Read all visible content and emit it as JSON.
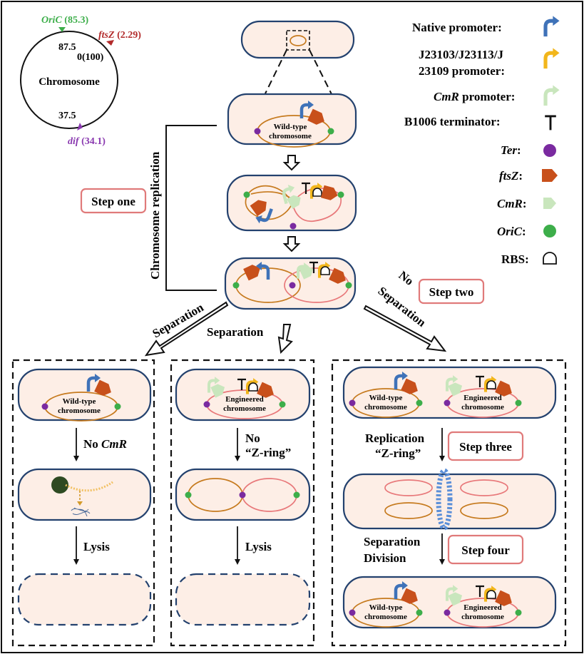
{
  "chromosome_map": {
    "center_label": "Chromosome",
    "oric_name": "OriC",
    "oric_value": "(85.3)",
    "ftsz_name": "ftsZ",
    "ftsz_value": "(2.29)",
    "dif_name": "dif",
    "dif_value": "(34.1)",
    "tick_top": "87.5",
    "tick_right": "0(100)",
    "tick_bottom": "37.5"
  },
  "legend": {
    "native_promoter": "Native promoter:",
    "j_promoter_line1": "J23103/J23113/J",
    "j_promoter_line2": "23109 promoter:",
    "cmr_promoter_name": "CmR",
    "cmr_promoter_rest": " promoter:",
    "terminator": "B1006 terminator:",
    "ter": "Ter",
    "ftsz": "ftsZ",
    "cmr": "CmR",
    "oric": "OriC",
    "rbs": "RBS:",
    "colon": ":"
  },
  "labels": {
    "chromosome_replication": "Chromosome replication",
    "step_one": "Step one",
    "step_two": "Step two",
    "step_three": "Step three",
    "step_four": "Step four",
    "separation_left": "Separation",
    "separation_mid": "Separation",
    "no_separation_1": "No",
    "no_separation_2": "Separation",
    "wild_type_1": "Wild-type",
    "wild_type_2": "chromosome",
    "engineered_1": "Engineered",
    "engineered_2": "chromosome",
    "no_cmr_prefix": "No ",
    "no_cmr_italic": "CmR",
    "no_zring_1": "No",
    "no_zring_2": "“Z-ring”",
    "lysis": "Lysis",
    "replication": "Replication",
    "zring": "“Z-ring”",
    "separation": "Separation",
    "division": "Division"
  },
  "colors": {
    "native_promoter": "#3f72b8",
    "j_promoter": "#f2b61b",
    "cmr_promoter": "#c9e6bd",
    "ter": "#7a2aa0",
    "ftsz": "#c8501b",
    "oric": "#3dae4a",
    "cell_fill": "#fdeee6",
    "cell_border": "#23416e",
    "wild_type_ring": "#c67a1e",
    "engineered_ring": "#e8787a",
    "step_box": "#e07a7a",
    "z_ring": "#5b8fd8"
  }
}
